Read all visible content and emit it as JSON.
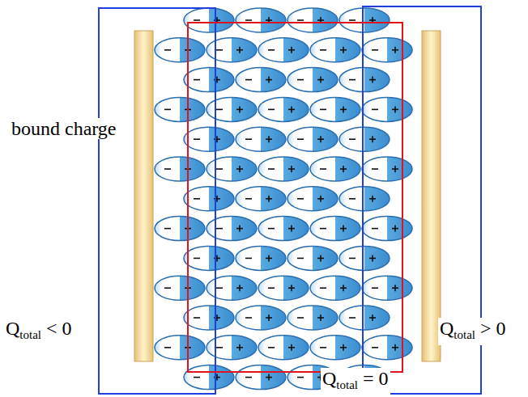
{
  "diagram": {
    "labels": [
      "bound charge",
      "Q",
      "total",
      "< 0",
      "Q",
      "total",
      "> 0",
      "Q",
      "total",
      "= 0"
    ]
  }
}
